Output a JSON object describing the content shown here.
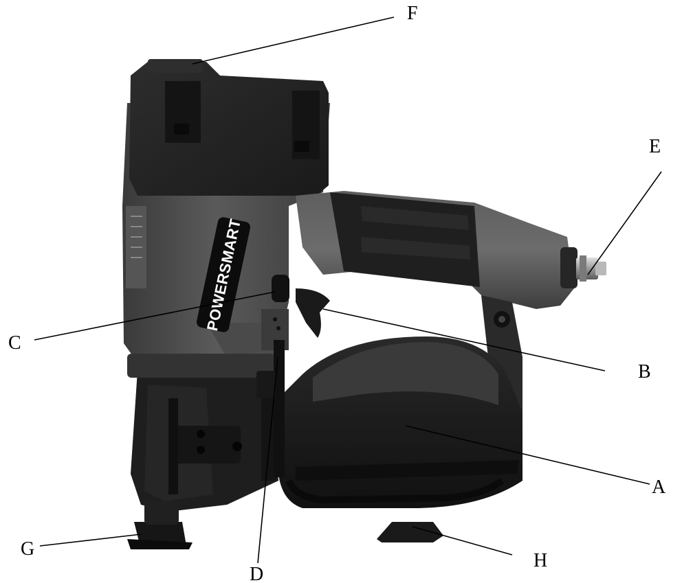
{
  "figure": {
    "brand_text": "POWERSMART",
    "callouts": {
      "A": "A",
      "B": "B",
      "C": "C",
      "D": "D",
      "E": "E",
      "F": "F",
      "G": "G",
      "H": "H"
    }
  }
}
